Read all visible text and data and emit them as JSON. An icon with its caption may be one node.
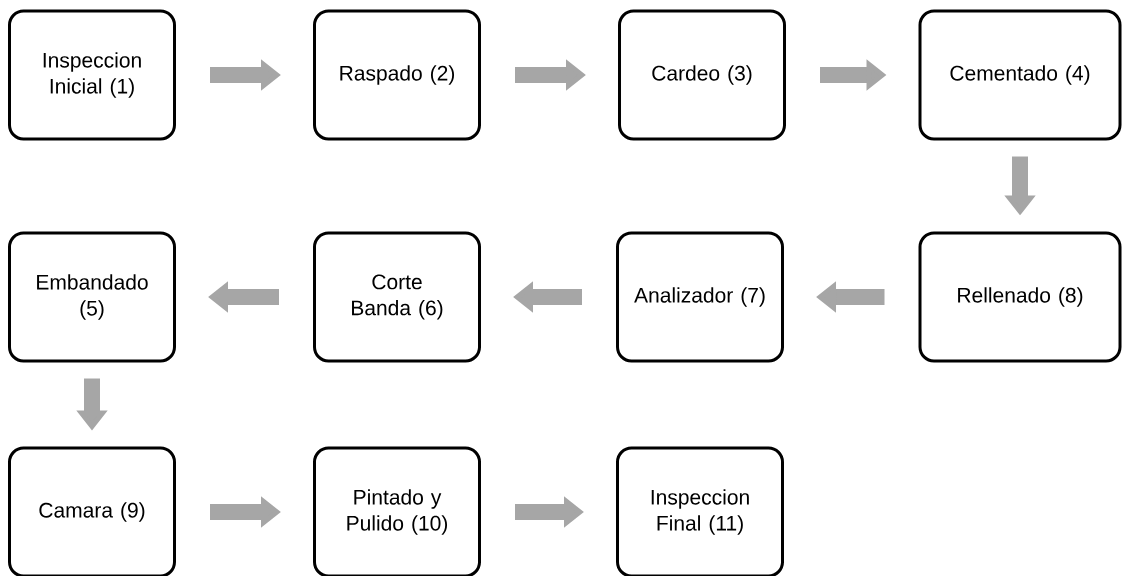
{
  "diagram": {
    "nodes": [
      {
        "text": [
          "Inspeccion Inicial (1)"
        ]
      },
      {
        "text": [
          "Raspado (2)"
        ]
      },
      {
        "text": [
          "Cardeo (3)"
        ]
      },
      {
        "text": [
          "Cementado (4)"
        ]
      },
      {
        "text": [
          "Embandado (5)"
        ]
      },
      {
        "text": [
          "Corte Banda (6)"
        ]
      },
      {
        "text": [
          "Analizador (7)"
        ]
      },
      {
        "text": [
          "Rellenado (8)"
        ]
      },
      {
        "text": [
          "Camara (9)"
        ]
      },
      {
        "text": [
          "Pintado y Pulido (10)"
        ]
      },
      {
        "text": [
          "Inspeccion Final (11)"
        ]
      }
    ],
    "edges": [
      {
        "from": 0,
        "to": 1,
        "arrow": "to"
      },
      {
        "from": 1,
        "to": 2,
        "arrow": "to"
      },
      {
        "from": 2,
        "to": 3,
        "arrow": "to"
      },
      {
        "from": 3,
        "to": 7,
        "arrow": "to"
      },
      {
        "from": 7,
        "to": 6,
        "arrow": "to"
      },
      {
        "from": 6,
        "to": 5,
        "arrow": "to"
      },
      {
        "from": 5,
        "to": 4,
        "arrow": "to"
      },
      {
        "from": 4,
        "to": 8,
        "arrow": "to"
      },
      {
        "from": 8,
        "to": 9,
        "arrow": "to"
      },
      {
        "from": 9,
        "to": 10,
        "arrow": "to"
      }
    ]
  }
}
